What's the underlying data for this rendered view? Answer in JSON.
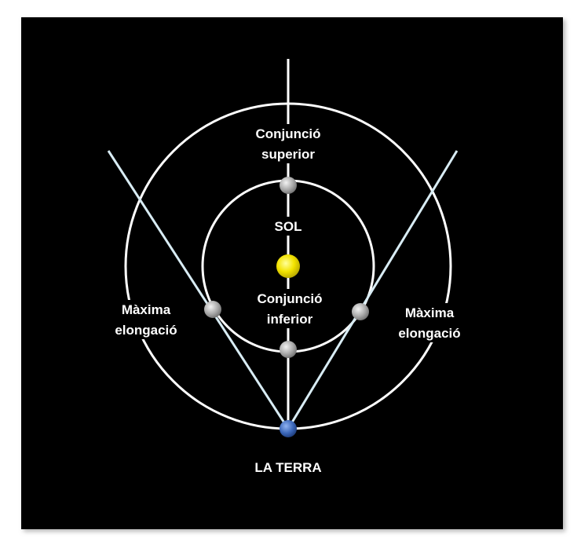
{
  "labels": {
    "superior_conjunction_line1": "Conjunció",
    "superior_conjunction_line2": "superior",
    "sun": "SOL",
    "inferior_conjunction_line1": "Conjunció",
    "inferior_conjunction_line2": "inferior",
    "max_elongation_left_line1": "Màxima",
    "max_elongation_left_line2": "elongació",
    "max_elongation_right_line1": "Màxima",
    "max_elongation_right_line2": "elongació",
    "earth": "LA TERRA"
  },
  "colors": {
    "background": "#000000",
    "frame": "#ffffff",
    "orbit": "#ffffff",
    "sight_lines": "#d8ecf4",
    "sun": "#f5e600",
    "earth": "#3a66b8",
    "planet": "#b0b0b0"
  }
}
